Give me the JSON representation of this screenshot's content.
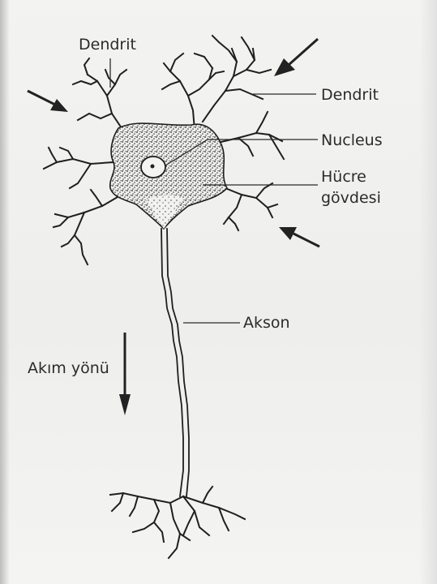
{
  "labels": {
    "dendrit_top": "Dendrit",
    "dendrit_right": "Dendrit",
    "nucleus": "Nucleus",
    "hucre_line1": "Hücre",
    "hucre_line2": "gövdesi",
    "akson": "Akson",
    "akim_yonu": "Akım yönü"
  },
  "colors": {
    "ink": "#1f1f1f",
    "paper": "#f1f1ef",
    "label": "#2b2b2b"
  }
}
